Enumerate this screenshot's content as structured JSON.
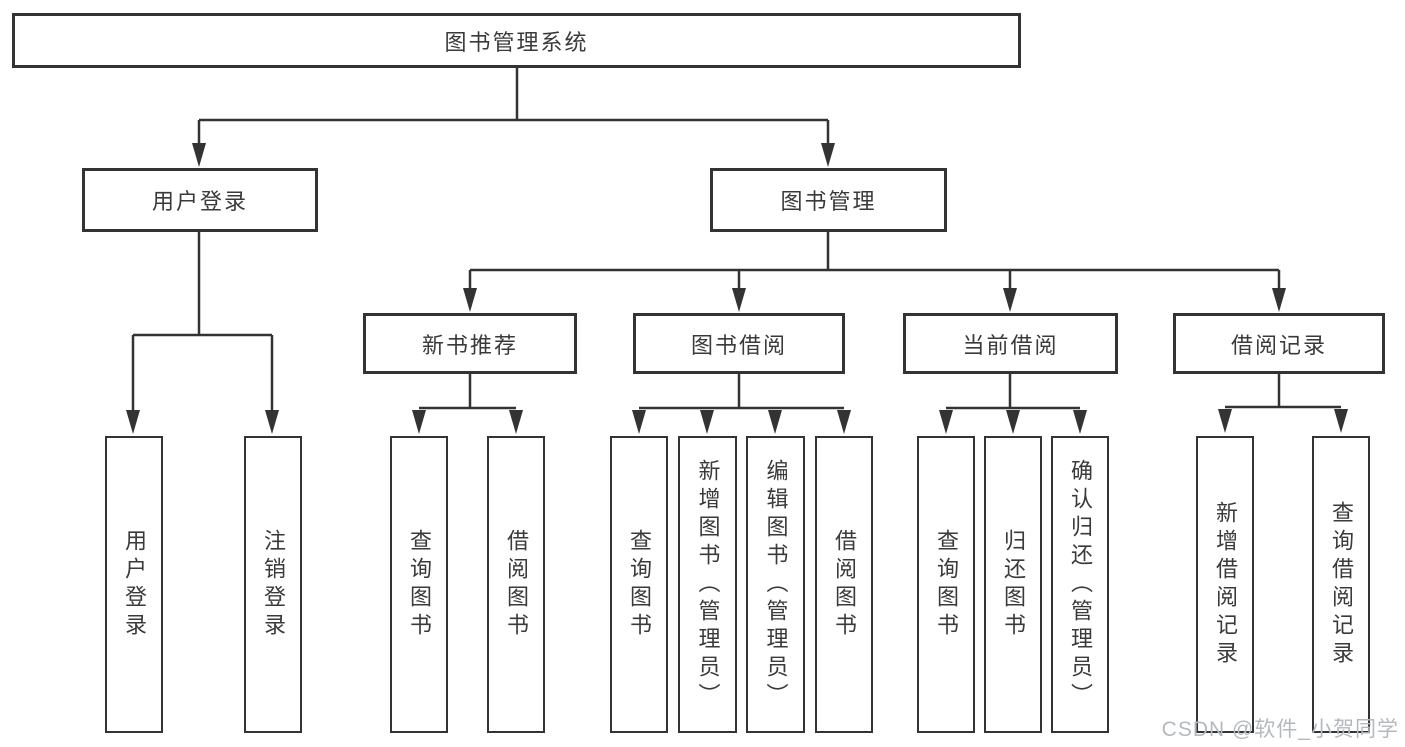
{
  "colors": {
    "line": "#333333",
    "box_border": "#333333",
    "box_fill": "#ffffff",
    "text": "#3a3a3a",
    "background": "#ffffff",
    "watermark_text_color": "#b4b9be"
  },
  "watermark": "CSDN @软件_小贺同学",
  "tree": {
    "root": {
      "label": "图书管理系统"
    },
    "children": [
      {
        "label": "用户登录",
        "children": [
          {
            "label": "用户登录"
          },
          {
            "label": "注销登录"
          }
        ]
      },
      {
        "label": "图书管理",
        "children": [
          {
            "label": "新书推荐",
            "children": [
              {
                "label": "查询图书"
              },
              {
                "label": "借阅图书"
              }
            ]
          },
          {
            "label": "图书借阅",
            "children": [
              {
                "label": "查询图书"
              },
              {
                "label": "新增图书（管理员）"
              },
              {
                "label": "编辑图书（管理员）"
              },
              {
                "label": "借阅图书"
              }
            ]
          },
          {
            "label": "当前借阅",
            "children": [
              {
                "label": "查询图书"
              },
              {
                "label": "归还图书"
              },
              {
                "label": "确认归还（管理员）"
              }
            ]
          },
          {
            "label": "借阅记录",
            "children": [
              {
                "label": "新增借阅记录"
              },
              {
                "label": "查询借阅记录"
              }
            ]
          }
        ]
      }
    ]
  }
}
